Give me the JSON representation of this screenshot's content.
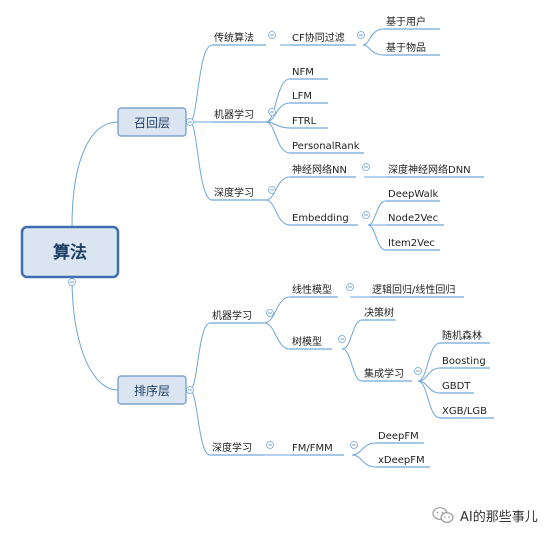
{
  "root": "算法",
  "layers": {
    "recall": "召回层",
    "ranking": "排序层"
  },
  "recall": {
    "traditional": "传统算法",
    "cf": "CF协同过滤",
    "user_based": "基于用户",
    "item_based": "基于物品",
    "ml": "机器学习",
    "nfm": "NFM",
    "lfm": "LFM",
    "ftrl": "FTRL",
    "personalrank": "PersonalRank",
    "dl": "深度学习",
    "nn": "神经网络NN",
    "dnn": "深度神经网络DNN",
    "embedding": "Embedding",
    "deepwalk": "DeepWalk",
    "node2vec": "Node2Vec",
    "item2vec": "Item2Vec"
  },
  "ranking": {
    "ml": "机器学习",
    "linear": "线性模型",
    "lr": "逻辑回归/线性回归",
    "tree": "树模型",
    "decision_tree": "决策树",
    "ensemble": "集成学习",
    "rf": "随机森林",
    "boosting": "Boosting",
    "gbdt": "GBDT",
    "xgb": "XGB/LGB",
    "dl": "深度学习",
    "fm": "FM/FMM",
    "deepfm": "DeepFM",
    "xdeepfm": "xDeepFM"
  },
  "watermark": {
    "text": "AI的那些事儿",
    "icon": "wechat-icon"
  },
  "colors": {
    "line": "#6ea6d8",
    "box_fill": "#dbe5f1",
    "root_border": "#3d6fb0",
    "text_dark": "#1f3f66"
  }
}
